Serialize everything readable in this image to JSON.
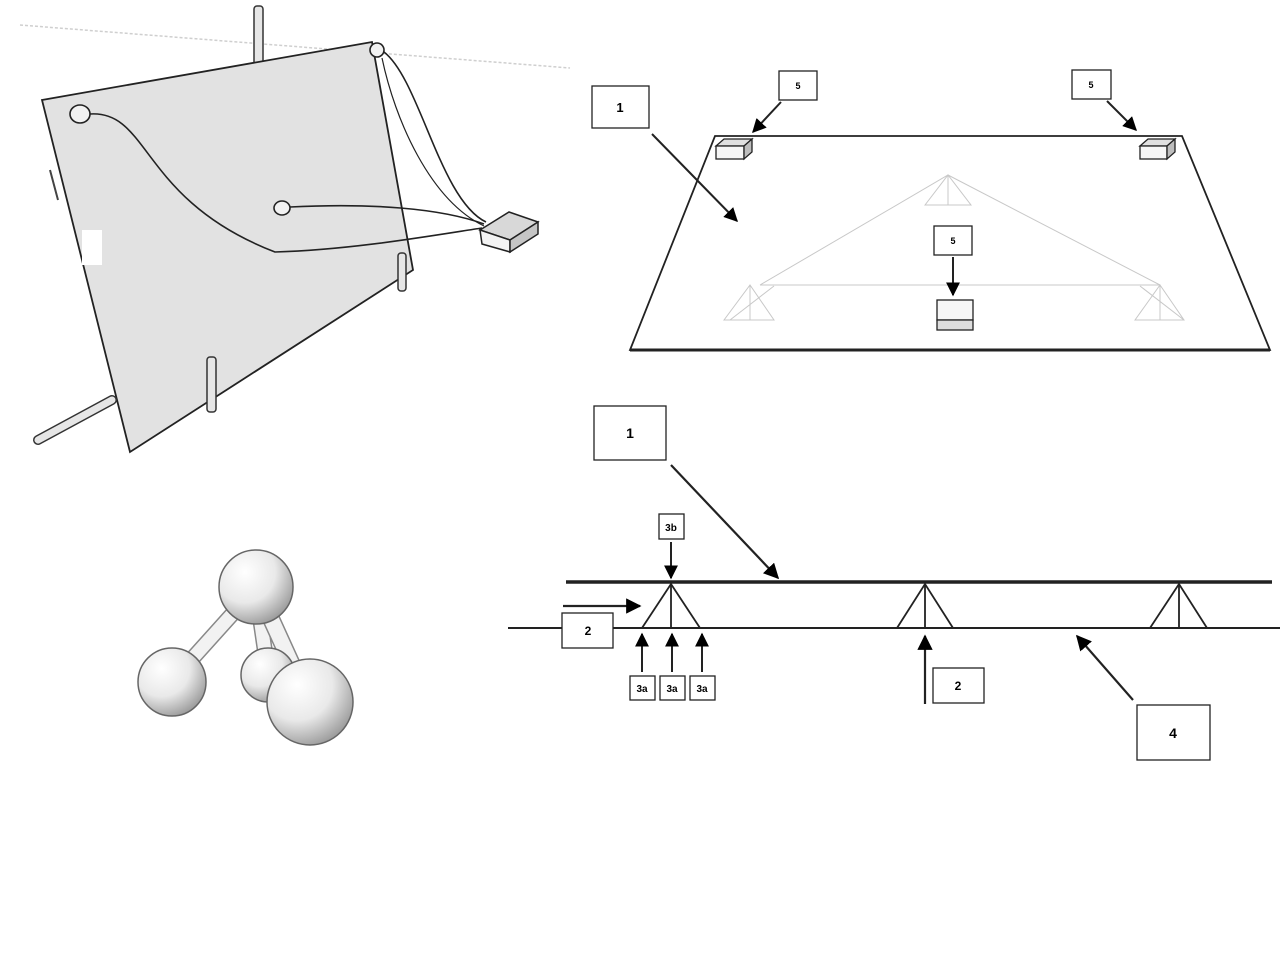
{
  "figure": {
    "top_view_labels": {
      "plate": "1",
      "sensor_left": "5",
      "sensor_right": "5",
      "sensor_center": "5"
    },
    "side_view_labels": {
      "plate": "1",
      "support_top": "3b",
      "load_left": "2",
      "load_center": "2",
      "support_bottom_1": "3a",
      "support_bottom_2": "3a",
      "support_bottom_3": "3a",
      "base": "4"
    }
  }
}
